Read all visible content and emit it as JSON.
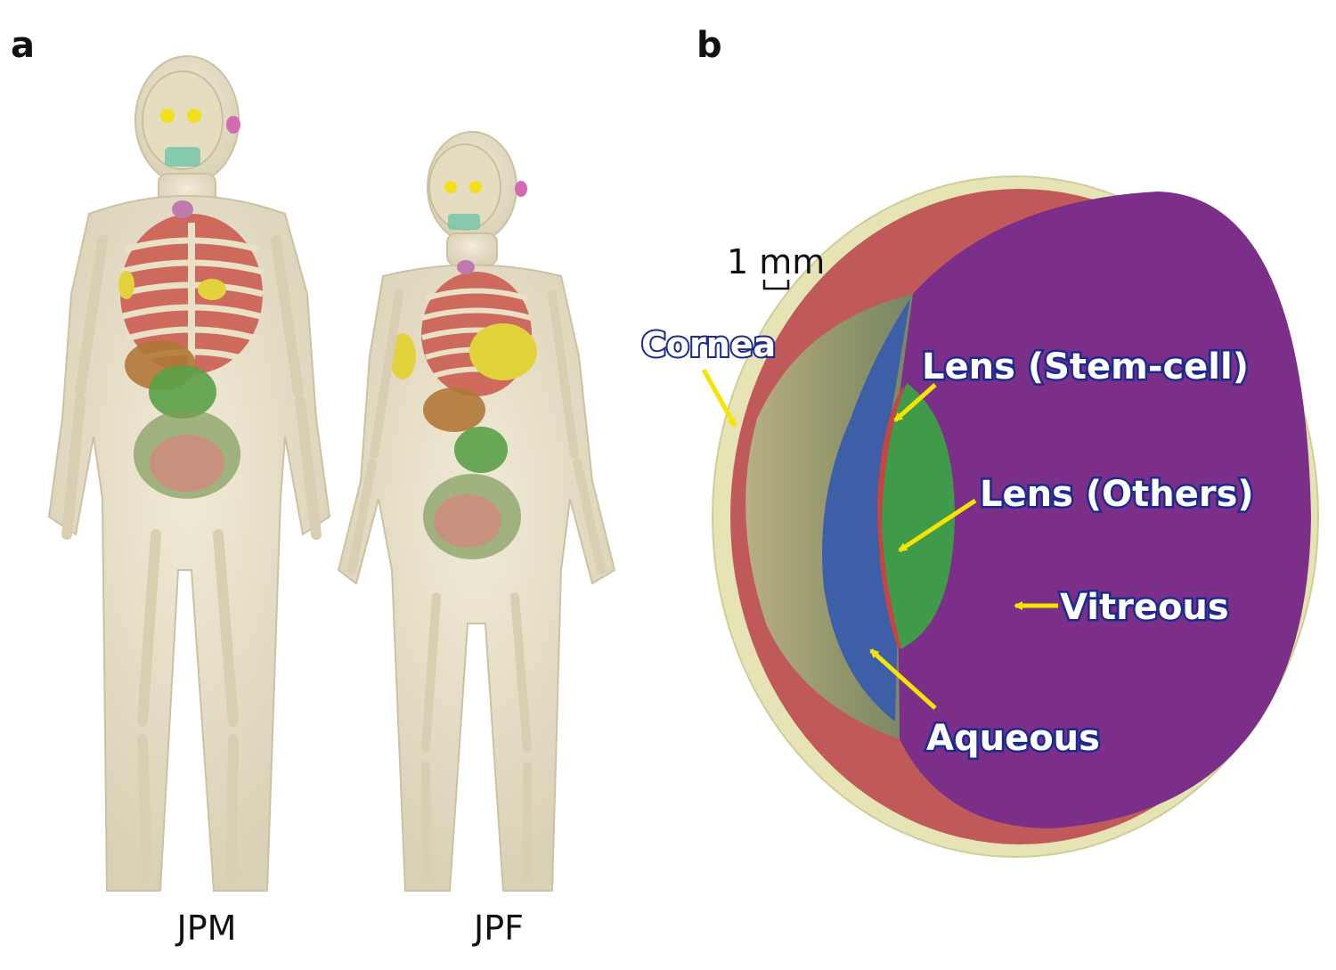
{
  "panels": {
    "a": {
      "letter": "a",
      "phantoms": [
        {
          "label": "JPM"
        },
        {
          "label": "JPF"
        }
      ]
    },
    "b": {
      "letter": "b",
      "scale_bar": "1 mm",
      "labels": {
        "cornea": "Cornea",
        "lens_stem": "Lens (Stem-cell)",
        "lens_others": "Lens (Others)",
        "vitreous": "Vitreous",
        "aqueous": "Aqueous"
      }
    }
  },
  "colors": {
    "skin": "#e8dfc6",
    "bone": "#d9ceb2",
    "vitreous": "#7b2f88",
    "lens": "#3f9a4a",
    "aqueous": "#3d5fa8",
    "sclera_rim": "#e6e4b4",
    "arrow": "#f5e400",
    "label_outline": "#1b2a8c"
  }
}
